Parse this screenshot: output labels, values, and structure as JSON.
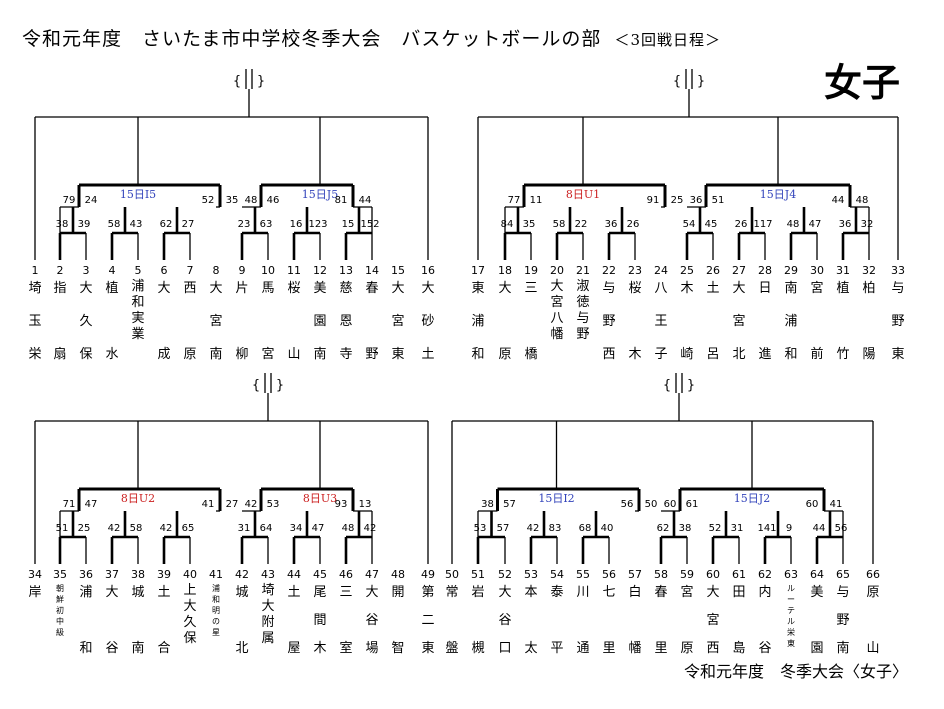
{
  "header": {
    "title": "令和元年度　さいたま市中学校冬季大会　バスケットボールの部",
    "schedule": "＜3回戦日程＞",
    "gender": "女子"
  },
  "footer": "令和元年度　冬季大会〈女子〉",
  "colors": {
    "blue": "#3344bb",
    "red": "#cc2222"
  },
  "blocks": [
    {
      "teams": [
        {
          "n": 1,
          "c": [
            "埼",
            "玉",
            "栄"
          ]
        },
        {
          "n": 2,
          "c": [
            "指",
            "",
            "扇"
          ]
        },
        {
          "n": 3,
          "c": [
            "大",
            "久",
            "保"
          ]
        },
        {
          "n": 4,
          "c": [
            "植",
            "",
            "水"
          ]
        },
        {
          "n": 5,
          "c": [
            "浦",
            "和",
            "実",
            "業"
          ]
        },
        {
          "n": 6,
          "c": [
            "大",
            "",
            "成"
          ]
        },
        {
          "n": 7,
          "c": [
            "西",
            "",
            "原"
          ]
        },
        {
          "n": 8,
          "c": [
            "大",
            "宮",
            "南"
          ]
        },
        {
          "n": 9,
          "c": [
            "片",
            "",
            "柳"
          ]
        },
        {
          "n": 10,
          "c": [
            "馬",
            "",
            "宮"
          ]
        },
        {
          "n": 11,
          "c": [
            "桜",
            "",
            "山"
          ]
        },
        {
          "n": 12,
          "c": [
            "美",
            "園",
            "南"
          ]
        },
        {
          "n": 13,
          "c": [
            "慈",
            "恩",
            "寺"
          ]
        },
        {
          "n": 14,
          "c": [
            "春",
            "",
            "野"
          ]
        },
        {
          "n": 15,
          "c": [
            "大",
            "宮",
            "東"
          ]
        },
        {
          "n": 16,
          "c": [
            "大",
            "砂",
            "土"
          ]
        }
      ],
      "matches": [
        {
          "label": "15日I5",
          "color": "blue",
          "s": [
            "79",
            "24",
            "52",
            "35"
          ]
        },
        {
          "label": "15日J5",
          "color": "blue",
          "s": [
            "48",
            "46",
            "81",
            "44"
          ]
        }
      ],
      "r1": [
        [
          "38",
          "39"
        ],
        [
          "58",
          "43"
        ],
        [
          "62",
          "27"
        ],
        [
          "23",
          "63"
        ],
        [
          "16",
          "123"
        ],
        [
          "15",
          "152"
        ]
      ]
    },
    {
      "teams": [
        {
          "n": 17,
          "c": [
            "東",
            "浦",
            "和"
          ]
        },
        {
          "n": 18,
          "c": [
            "大",
            "",
            "原"
          ]
        },
        {
          "n": 19,
          "c": [
            "三",
            "",
            "橋"
          ]
        },
        {
          "n": 20,
          "c": [
            "大",
            "宮",
            "八",
            "幡"
          ]
        },
        {
          "n": 21,
          "c": [
            "淑",
            "徳",
            "与",
            "野"
          ]
        },
        {
          "n": 22,
          "c": [
            "与",
            "野",
            "西"
          ]
        },
        {
          "n": 23,
          "c": [
            "桜",
            "",
            "木"
          ]
        },
        {
          "n": 24,
          "c": [
            "八",
            "王",
            "子"
          ]
        },
        {
          "n": 25,
          "c": [
            "木",
            "",
            "崎"
          ]
        },
        {
          "n": 26,
          "c": [
            "土",
            "",
            "呂"
          ]
        },
        {
          "n": 27,
          "c": [
            "大",
            "宮",
            "北"
          ]
        },
        {
          "n": 28,
          "c": [
            "日",
            "",
            "進"
          ]
        },
        {
          "n": 29,
          "c": [
            "南",
            "浦",
            "和"
          ]
        },
        {
          "n": 30,
          "c": [
            "宮",
            "",
            "前"
          ]
        },
        {
          "n": 31,
          "c": [
            "植",
            "",
            "竹"
          ]
        },
        {
          "n": 32,
          "c": [
            "柏",
            "",
            "陽"
          ]
        },
        {
          "n": 33,
          "c": [
            "与",
            "野",
            "東"
          ]
        }
      ],
      "matches": [
        {
          "label": "8日U1",
          "color": "red",
          "s": [
            "77",
            "11",
            "91",
            "25"
          ]
        },
        {
          "label": "15日J4",
          "color": "blue",
          "s": [
            "36",
            "51",
            "44",
            "48"
          ]
        }
      ],
      "r1": [
        [
          "84",
          "35"
        ],
        [
          "58",
          "22"
        ],
        [
          "36",
          "26"
        ],
        [
          "54",
          "45"
        ],
        [
          "26",
          "117"
        ],
        [
          "48",
          "47"
        ],
        [
          "36",
          "32"
        ]
      ]
    },
    {
      "teams": [
        {
          "n": 34,
          "c": [
            "岸",
            "",
            ""
          ]
        },
        {
          "n": 35,
          "c": [
            "朝鮮初中級"
          ]
        },
        {
          "n": 36,
          "c": [
            "浦",
            "",
            "和"
          ]
        },
        {
          "n": 37,
          "c": [
            "大",
            "",
            "谷"
          ]
        },
        {
          "n": 38,
          "c": [
            "城",
            "",
            "南"
          ]
        },
        {
          "n": 39,
          "c": [
            "土",
            "",
            "合"
          ]
        },
        {
          "n": 40,
          "c": [
            "上",
            "大",
            "久",
            "保"
          ]
        },
        {
          "n": 41,
          "c": [
            "浦和明の星"
          ]
        },
        {
          "n": 42,
          "c": [
            "城",
            "",
            "北"
          ]
        },
        {
          "n": 43,
          "c": [
            "埼",
            "大",
            "附",
            "属"
          ]
        },
        {
          "n": 44,
          "c": [
            "土",
            "",
            "屋"
          ]
        },
        {
          "n": 45,
          "c": [
            "尾",
            "間",
            "木"
          ]
        },
        {
          "n": 46,
          "c": [
            "三",
            "",
            "室"
          ]
        },
        {
          "n": 47,
          "c": [
            "大",
            "谷",
            "場"
          ]
        },
        {
          "n": 48,
          "c": [
            "開",
            "",
            "智"
          ]
        },
        {
          "n": 49,
          "c": [
            "第",
            "二",
            "東"
          ]
        }
      ],
      "matches": [
        {
          "label": "8日U2",
          "color": "red",
          "s": [
            "71",
            "47",
            "41",
            "27"
          ]
        },
        {
          "label": "8日U3",
          "color": "red",
          "s": [
            "42",
            "53",
            "93",
            "13"
          ]
        }
      ],
      "r1": [
        [
          "51",
          "25"
        ],
        [
          "42",
          "58"
        ],
        [
          "42",
          "65"
        ],
        [
          "31",
          "64"
        ],
        [
          "34",
          "47"
        ],
        [
          "48",
          "42"
        ]
      ]
    },
    {
      "teams": [
        {
          "n": 50,
          "c": [
            "常",
            "",
            "盤"
          ]
        },
        {
          "n": 51,
          "c": [
            "岩",
            "",
            "槻"
          ]
        },
        {
          "n": 52,
          "c": [
            "大",
            "谷",
            "口"
          ]
        },
        {
          "n": 53,
          "c": [
            "本",
            "",
            "太"
          ]
        },
        {
          "n": 54,
          "c": [
            "泰",
            "",
            "平"
          ]
        },
        {
          "n": 55,
          "c": [
            "川",
            "",
            "通"
          ]
        },
        {
          "n": 56,
          "c": [
            "七",
            "",
            "里"
          ]
        },
        {
          "n": 57,
          "c": [
            "白",
            "",
            "幡"
          ]
        },
        {
          "n": 58,
          "c": [
            "春",
            "",
            "里"
          ]
        },
        {
          "n": 59,
          "c": [
            "宮",
            "",
            "原"
          ]
        },
        {
          "n": 60,
          "c": [
            "大",
            "宮",
            "西"
          ]
        },
        {
          "n": 61,
          "c": [
            "田",
            "",
            "島"
          ]
        },
        {
          "n": 62,
          "c": [
            "内",
            "",
            "谷"
          ]
        },
        {
          "n": 63,
          "c": [
            "ルーテル栄東"
          ]
        },
        {
          "n": 64,
          "c": [
            "美",
            "",
            "園"
          ]
        },
        {
          "n": 65,
          "c": [
            "与",
            "野",
            "南"
          ]
        },
        {
          "n": 66,
          "c": [
            "原",
            "",
            "山"
          ]
        }
      ],
      "matches": [
        {
          "label": "15日I2",
          "color": "blue",
          "s": [
            "38",
            "57",
            "56",
            "50"
          ]
        },
        {
          "label": "15日J2",
          "color": "blue",
          "s": [
            "60",
            "61",
            "60",
            "41"
          ]
        }
      ],
      "r1": [
        [
          "53",
          "57"
        ],
        [
          "42",
          "83"
        ],
        [
          "68",
          "40"
        ],
        [
          "62",
          "38"
        ],
        [
          "52",
          "31"
        ],
        [
          "141",
          "9"
        ],
        [
          "44",
          "56"
        ]
      ]
    }
  ]
}
